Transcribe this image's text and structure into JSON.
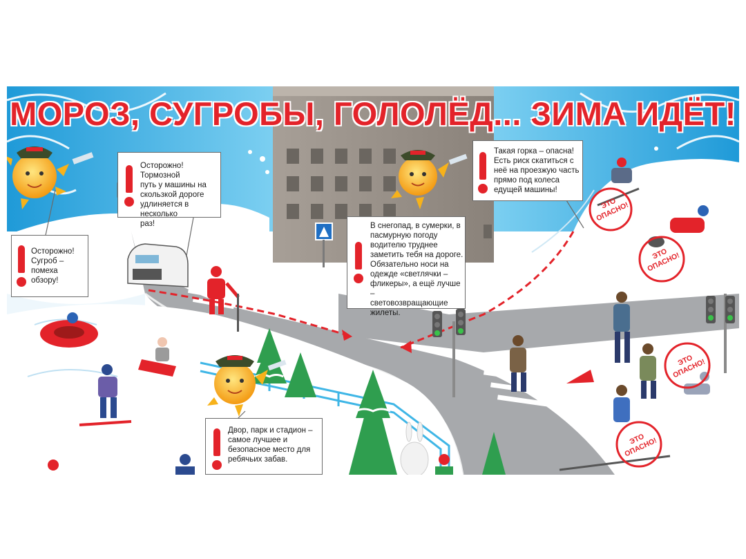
{
  "title": "МОРОЗ, СУГРОБЫ, ГОЛОЛЁД... ЗИМА ИДЁТ!",
  "callouts": [
    {
      "lines": [
        "Осторожно! Тормозной",
        "путь у машины на",
        "скользкой дороге",
        "удлиняется в несколько",
        "раз!"
      ]
    },
    {
      "lines": [
        "Осторожно!",
        "Сугроб – помеха",
        "обзору!"
      ]
    },
    {
      "lines": [
        "В снегопад, в сумерки, в",
        "пасмурную погоду",
        "водителю труднее",
        "заметить тебя на дороге.",
        "Обязательно носи на",
        "одежде «светлячки –",
        "фликеры», а ещё лучше –",
        "световозвращающие",
        "жилеты."
      ]
    },
    {
      "lines": [
        "Такая горка – опасна!",
        "Есть риск скатиться с",
        "неё на проезжую часть",
        "прямо под колеса",
        "едущей машины!"
      ]
    },
    {
      "lines": [
        "Двор, парк и стадион –",
        "самое лучшее и",
        "безопасное место для",
        "ребячьих забав."
      ]
    }
  ],
  "stamps": [
    {
      "line1": "ЭТО",
      "line2": "ОПАСНО!"
    },
    {
      "line1": "ЭТО",
      "line2": "ОПАСНО!"
    },
    {
      "line1": "ЭТО",
      "line2": "ОПАСНО!"
    },
    {
      "line1": "ЭТО",
      "line2": "ОПАСНО!"
    }
  ],
  "colors": {
    "accent_red": "#e3232a",
    "sky_blue": "#3fb6e6",
    "road_gray": "#a7a9ac",
    "snow_white": "#ffffff",
    "building": "#9b948d",
    "sun_yellow": "#f7b21a",
    "tree_green": "#2f9e4f"
  },
  "icons": [
    "sun-police-mascot-icon",
    "crosswalk-sign-icon",
    "traffic-light-icon",
    "snowflake-icon",
    "exclamation-icon"
  ]
}
